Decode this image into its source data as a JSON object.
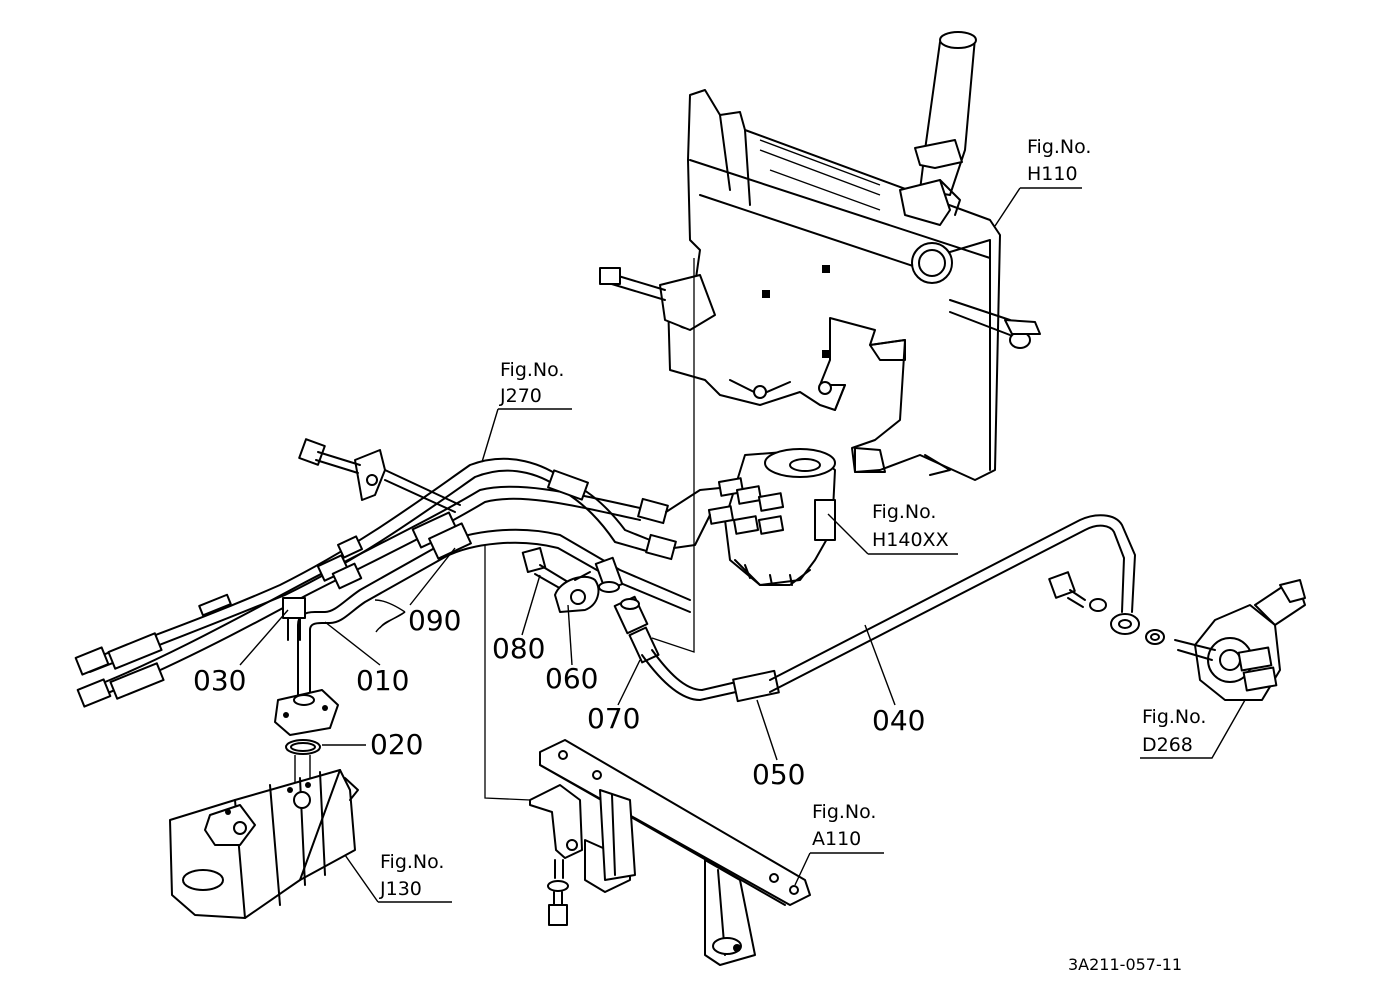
{
  "part_numbers": {
    "p010": "010",
    "p020": "020",
    "p030": "030",
    "p040": "040",
    "p050": "050",
    "p060": "060",
    "p070": "070",
    "p080": "080",
    "p090": "090"
  },
  "figure_refs": {
    "h110": {
      "label": "Fig.No.",
      "code": "H110"
    },
    "j270": {
      "label": "Fig.No.",
      "code": "J270"
    },
    "h140xx": {
      "label": "Fig.No.",
      "code": "H140XX"
    },
    "d268": {
      "label": "Fig.No.",
      "code": "D268"
    },
    "a110": {
      "label": "Fig.No.",
      "code": "A110"
    },
    "j130": {
      "label": "Fig.No.",
      "code": "J130"
    }
  },
  "drawing_code": "3A211-057-11"
}
